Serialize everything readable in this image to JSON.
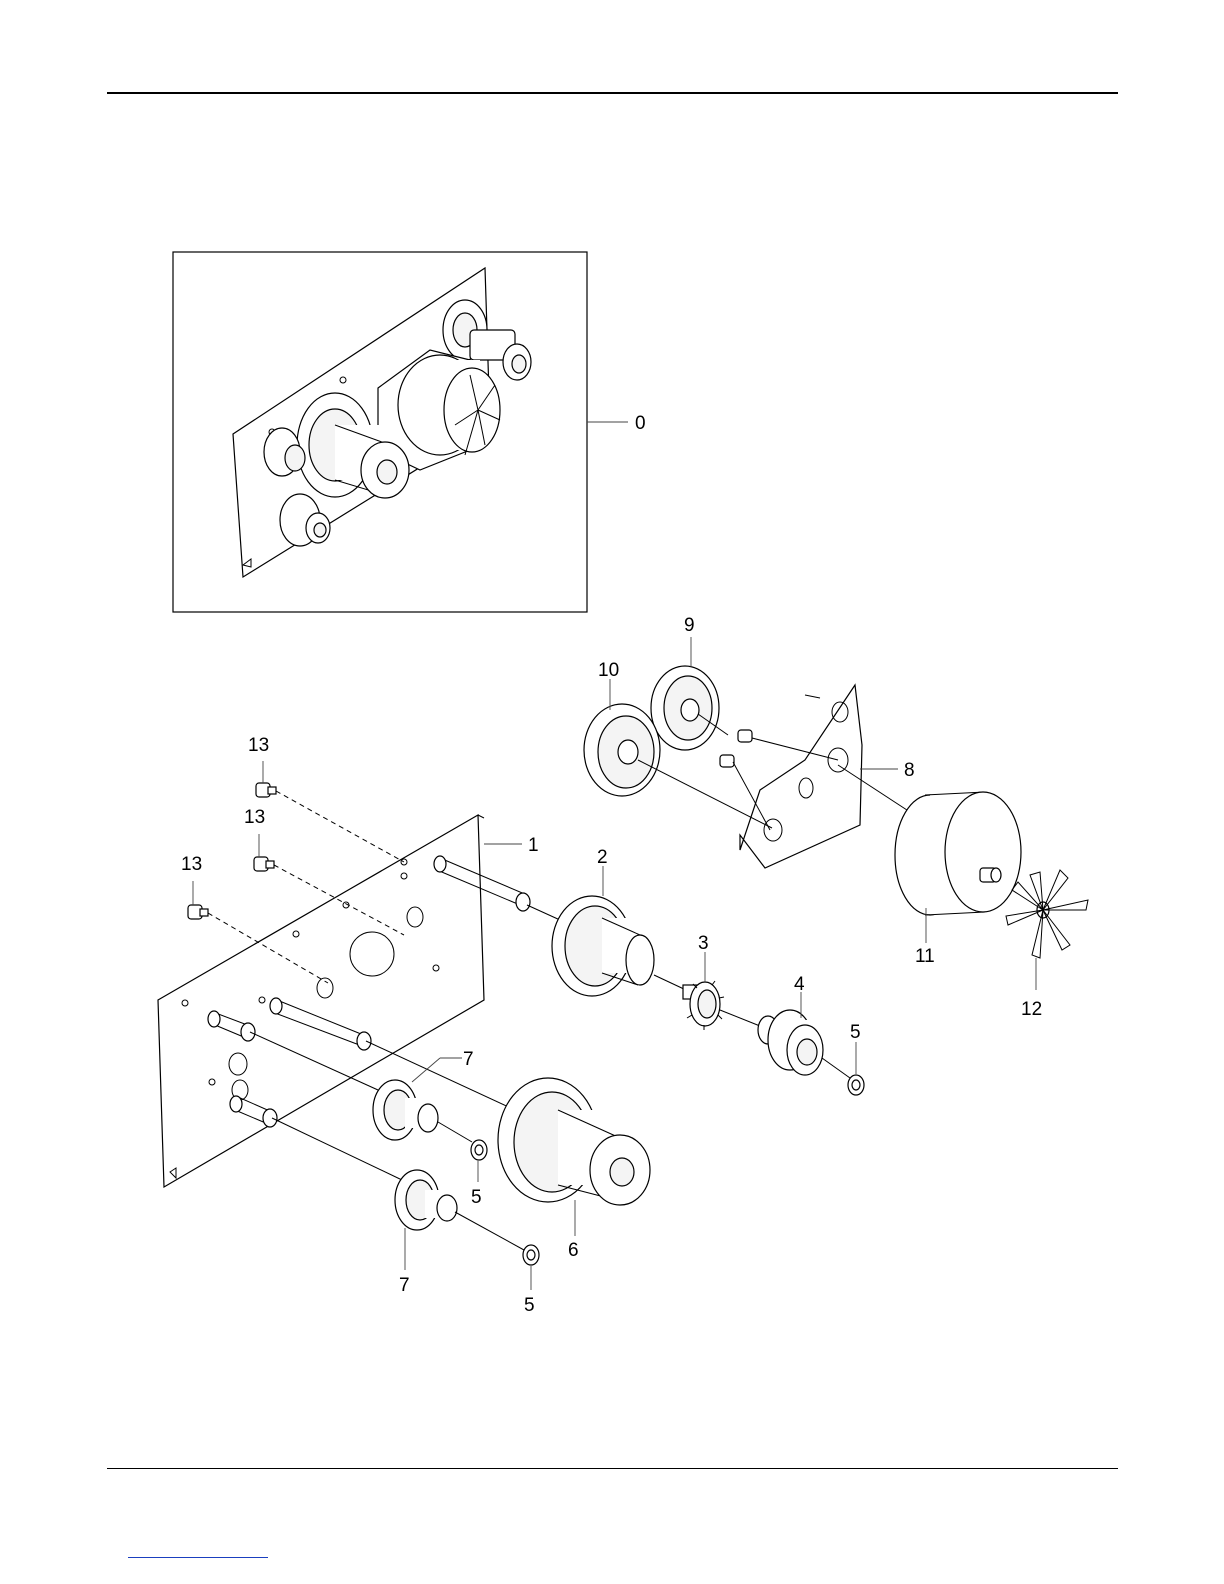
{
  "callouts": {
    "c0": "0",
    "c1": "1",
    "c2": "2",
    "c3": "3",
    "c4": "4",
    "c5a": "5",
    "c5b": "5",
    "c5c": "5",
    "c6": "6",
    "c7a": "7",
    "c7b": "7",
    "c8": "8",
    "c9": "9",
    "c10": "10",
    "c11": "11",
    "c12": "12",
    "c13a": "13",
    "c13b": "13",
    "c13c": "13"
  }
}
